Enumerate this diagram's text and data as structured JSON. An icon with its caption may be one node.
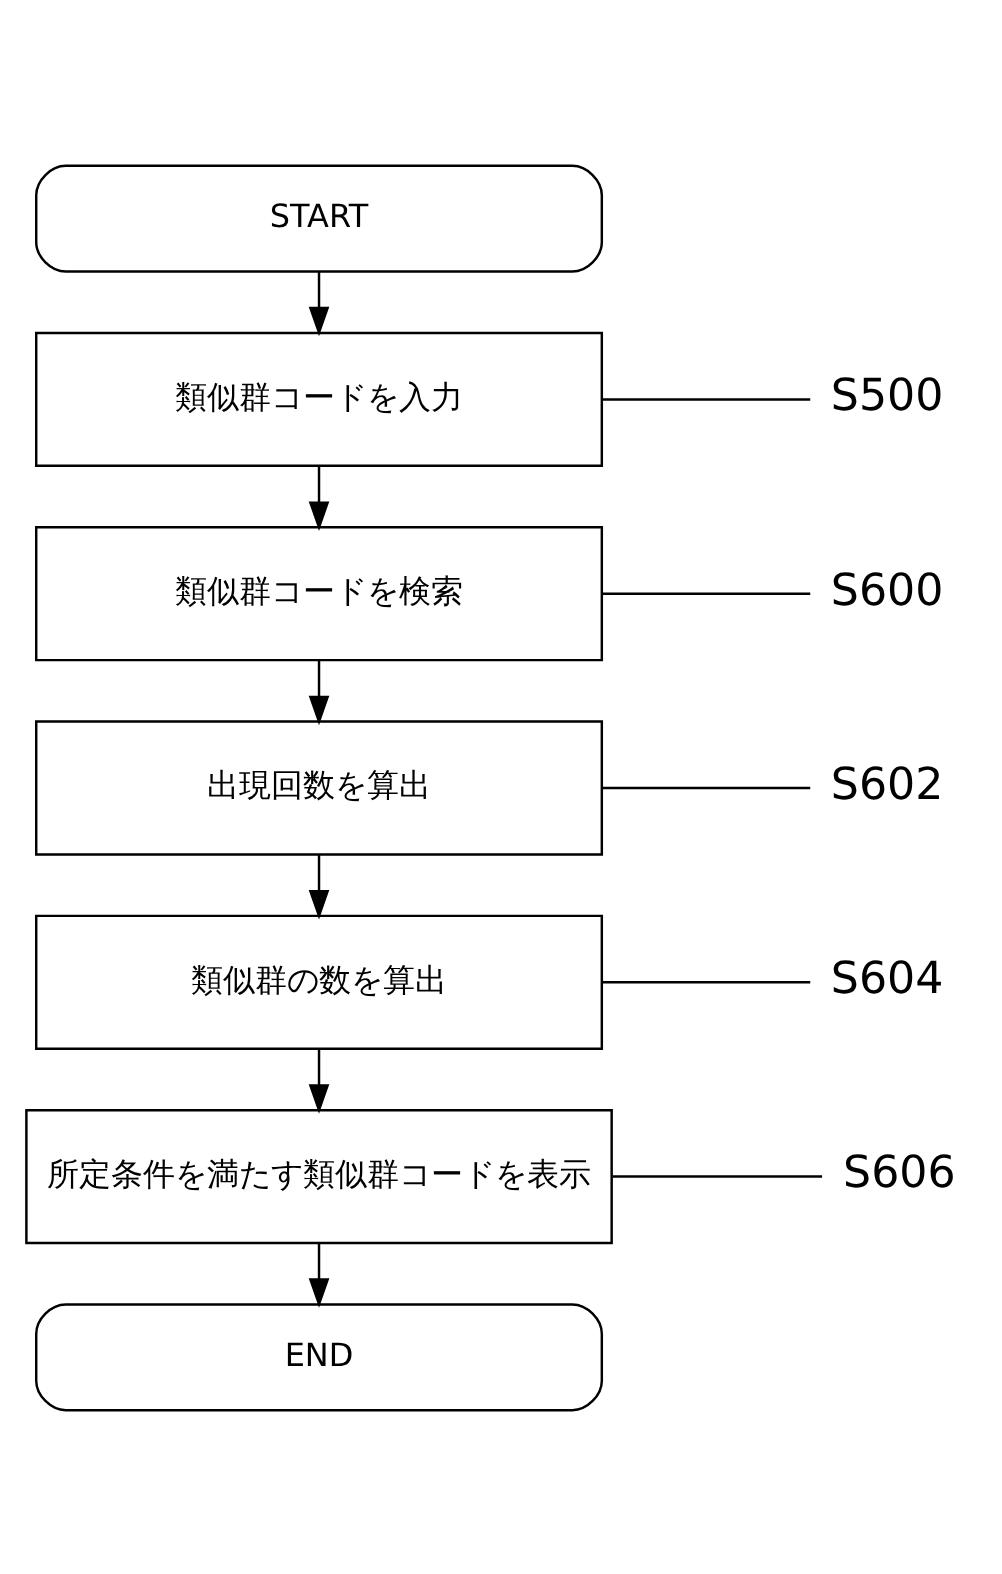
{
  "diagram": {
    "nodes": [
      {
        "text": [
          "START"
        ]
      },
      {
        "text": [
          "類似群コードを入力"
        ]
      },
      {
        "text": [
          "類似群コードを検索"
        ]
      },
      {
        "text": [
          "出現回数を算出"
        ]
      },
      {
        "text": [
          "類似群の数を算出"
        ]
      },
      {
        "text": [
          "所定条件を満たす類似群コードを表示"
        ]
      },
      {
        "text": [
          "END"
        ]
      },
      {
        "text": [
          "S500"
        ]
      },
      {
        "text": [
          "S600"
        ]
      },
      {
        "text": [
          "S602"
        ]
      },
      {
        "text": [
          "S604"
        ]
      },
      {
        "text": [
          "S606"
        ]
      }
    ],
    "edges": [
      {
        "from": 0,
        "to": 1,
        "arrow": "to"
      },
      {
        "from": 1,
        "to": 2,
        "arrow": "to"
      },
      {
        "from": 2,
        "to": 3,
        "arrow": "to"
      },
      {
        "from": 3,
        "to": 4,
        "arrow": "to"
      },
      {
        "from": 4,
        "to": 5,
        "arrow": "to"
      },
      {
        "from": 5,
        "to": 6,
        "arrow": "to"
      },
      {
        "from": 7,
        "to": 1,
        "arrow": "none"
      },
      {
        "from": 8,
        "to": 2,
        "arrow": "none"
      },
      {
        "from": 9,
        "to": 3,
        "arrow": "none"
      },
      {
        "from": 10,
        "to": 4,
        "arrow": "none"
      },
      {
        "from": 11,
        "to": 5,
        "arrow": "none"
      }
    ]
  }
}
